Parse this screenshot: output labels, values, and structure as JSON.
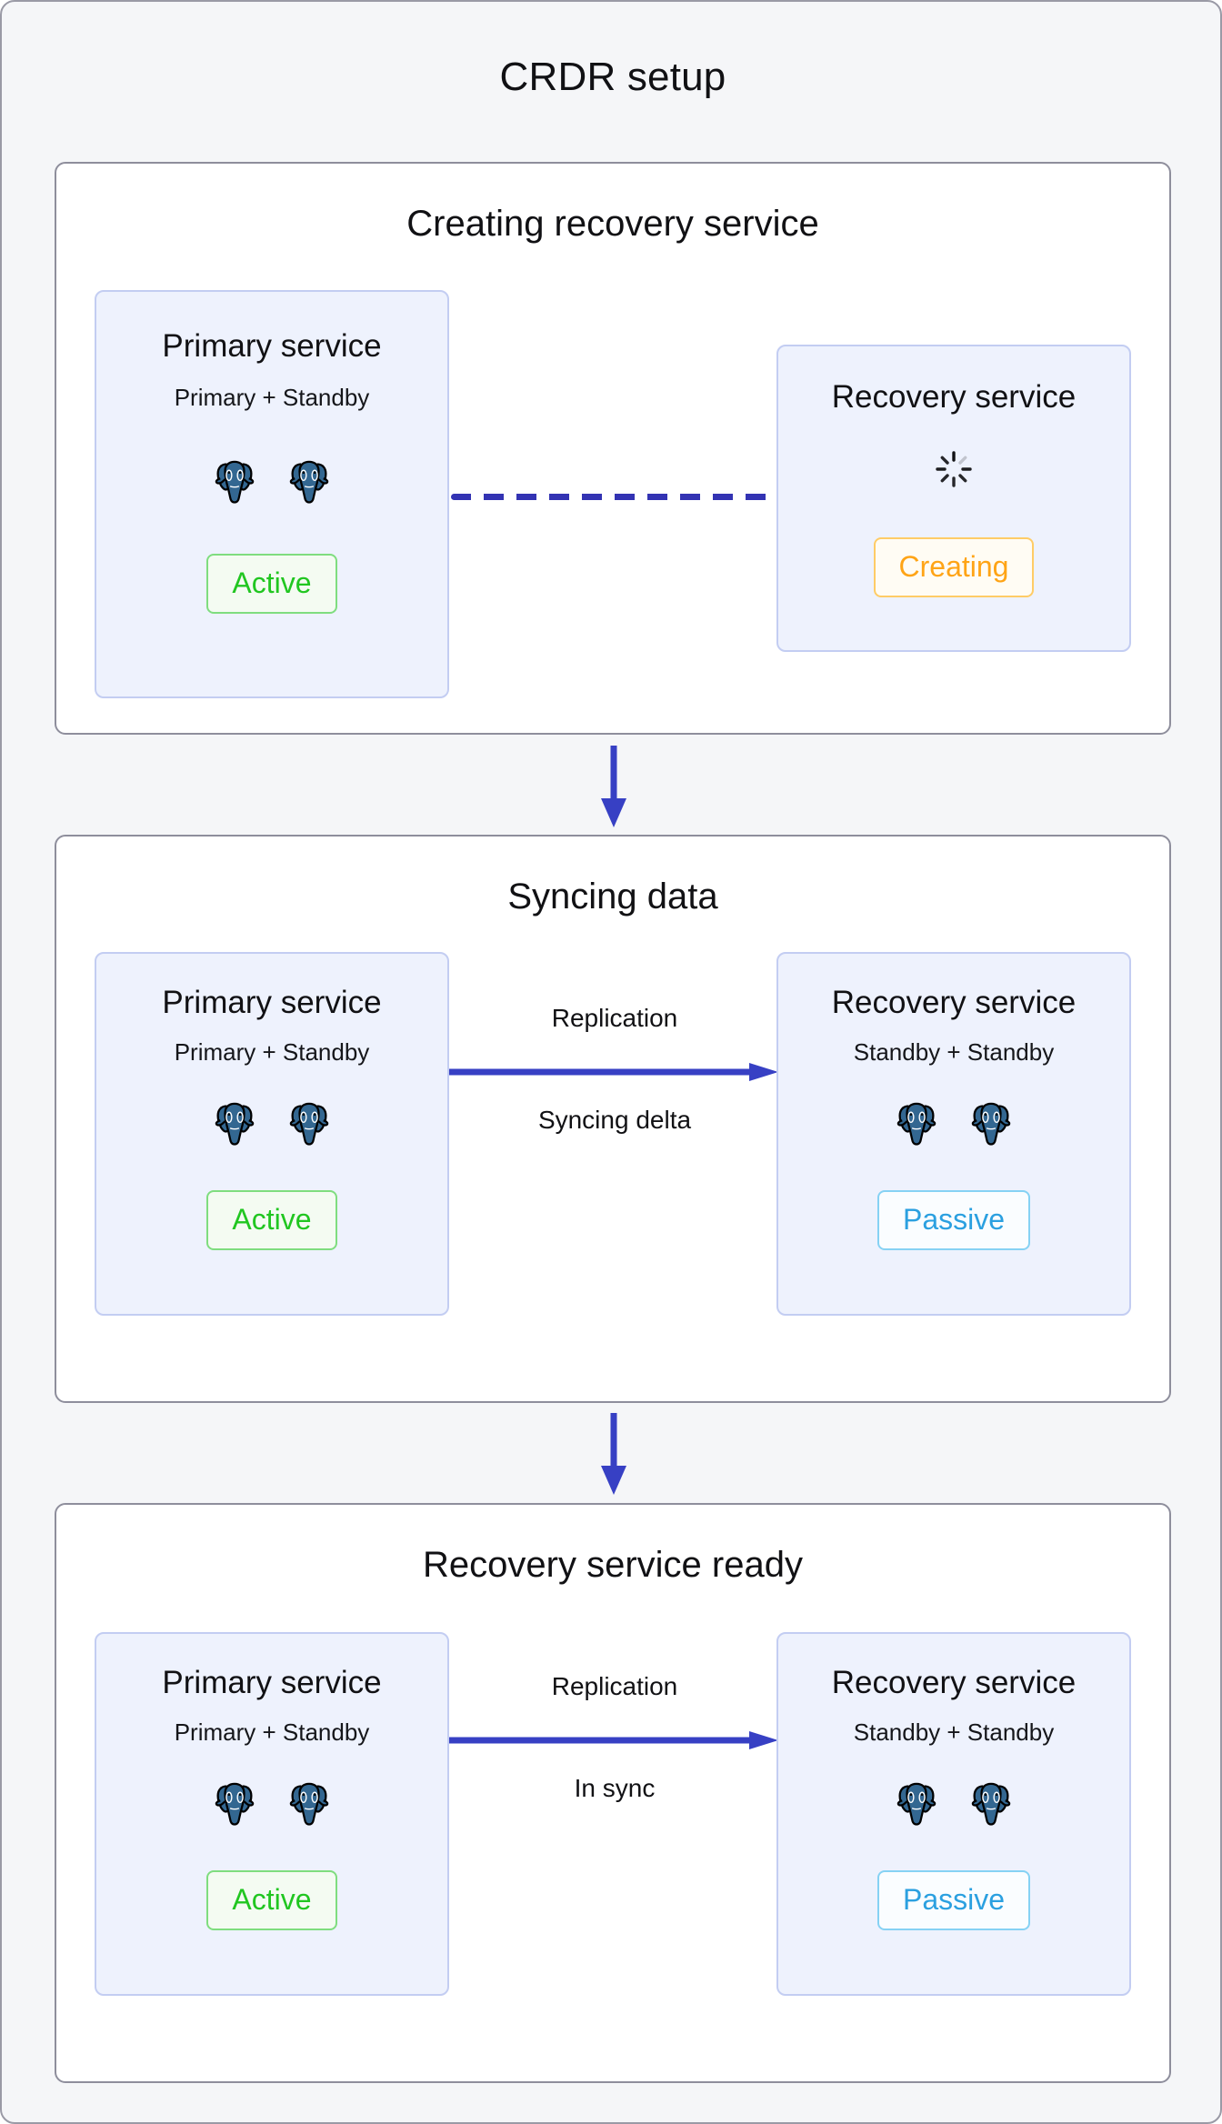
{
  "title": "CRDR setup",
  "colors": {
    "page_background": "#f5f6f8",
    "panel_border": "#8e8e9c",
    "panel_background": "#ffffff",
    "service_box_background": "#eef2fd",
    "service_box_border": "#c3cdf2",
    "arrow_blue": "#3333b3",
    "dashed_blue": "#3333b3",
    "badge_active": "#21c621",
    "badge_passive": "#2ba0e0",
    "badge_creating": "#ffa416",
    "postgres_icon": "#336791"
  },
  "stages": [
    {
      "id": "creating-recovery-service",
      "title": "Creating recovery service",
      "primary": {
        "name": "Primary service",
        "subtitle": "Primary + Standby",
        "node_count": 2,
        "node_icon": "postgresql-elephant-icon",
        "status": "Active",
        "status_kind": "active"
      },
      "recovery": {
        "name": "Recovery service",
        "subtitle": null,
        "node_count": 0,
        "node_icon": "loading-spinner-icon",
        "status": "Creating",
        "status_kind": "creating"
      },
      "connector": {
        "kind": "dashed",
        "label_top": null,
        "label_bottom": null
      }
    },
    {
      "id": "syncing-data",
      "title": "Syncing data",
      "primary": {
        "name": "Primary service",
        "subtitle": "Primary + Standby",
        "node_count": 2,
        "node_icon": "postgresql-elephant-icon",
        "status": "Active",
        "status_kind": "active"
      },
      "recovery": {
        "name": "Recovery service",
        "subtitle": "Standby + Standby",
        "node_count": 2,
        "node_icon": "postgresql-elephant-icon",
        "status": "Passive",
        "status_kind": "passive"
      },
      "connector": {
        "kind": "arrow",
        "label_top": "Replication",
        "label_bottom": "Syncing delta"
      }
    },
    {
      "id": "recovery-service-ready",
      "title": "Recovery service ready",
      "primary": {
        "name": "Primary service",
        "subtitle": "Primary + Standby",
        "node_count": 2,
        "node_icon": "postgresql-elephant-icon",
        "status": "Active",
        "status_kind": "active"
      },
      "recovery": {
        "name": "Recovery service",
        "subtitle": "Standby + Standby",
        "node_count": 2,
        "node_icon": "postgresql-elephant-icon",
        "status": "Passive",
        "status_kind": "passive"
      },
      "connector": {
        "kind": "arrow",
        "label_top": "Replication",
        "label_bottom": "In sync"
      }
    }
  ],
  "flow_arrows": [
    {
      "id": "arrow-stage1-to-stage2",
      "direction": "down"
    },
    {
      "id": "arrow-stage2-to-stage3",
      "direction": "down"
    }
  ]
}
